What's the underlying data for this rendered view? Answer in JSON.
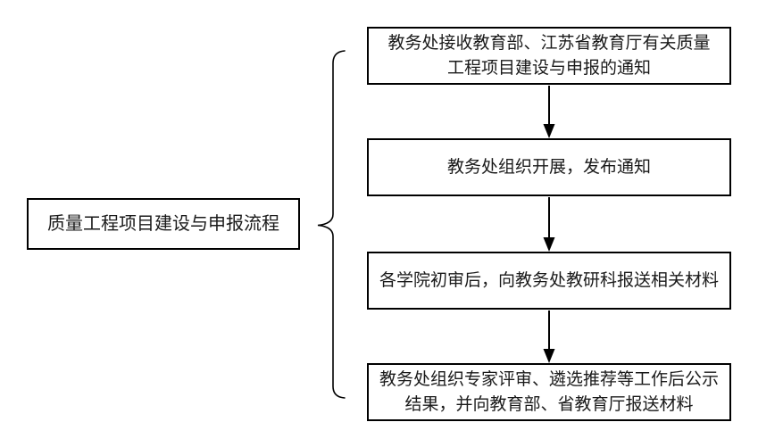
{
  "flowchart": {
    "title": "质量工程项目建设与申报流程",
    "steps": [
      "教务处接收教育部、江苏省教育厅有关质量\n工程项目建设与申报的通知",
      "教务处组织开展，发布通知",
      "各学院初审后，向教务处教研科报送相关材料",
      "教务处组织专家评审、遴选推荐等工作后公示\n结果，并向教育部、省教育厅报送材料"
    ]
  },
  "colors": {
    "stroke": "#000000",
    "text": "#1a1a1a",
    "background": "#ffffff"
  }
}
